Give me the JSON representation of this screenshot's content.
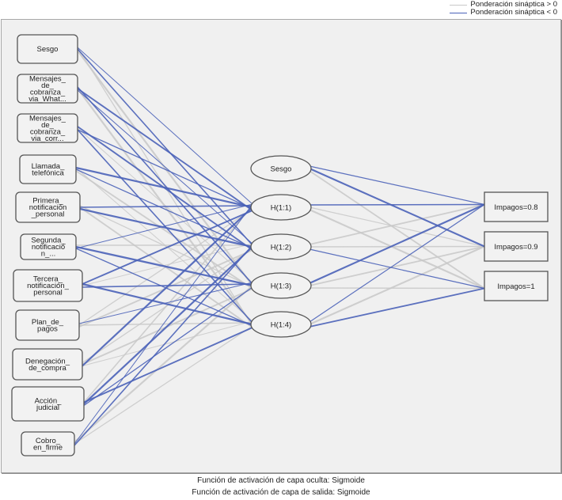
{
  "legend": [
    {
      "label": "Ponderación sináptica > 0",
      "color": "#c8c8c8"
    },
    {
      "label": "Ponderación sináptica < 0",
      "color": "#4a62b8"
    }
  ],
  "layers": {
    "input": [
      {
        "id": "i0",
        "lines": [
          "Sesgo"
        ]
      },
      {
        "id": "i1",
        "lines": [
          "Mensajes_",
          "de_",
          "cobranza_",
          "via_What..."
        ]
      },
      {
        "id": "i2",
        "lines": [
          "Mensajes_",
          "de_",
          "cobranza_",
          "via_corr..."
        ]
      },
      {
        "id": "i3",
        "lines": [
          "Llamada_",
          "telefónica"
        ]
      },
      {
        "id": "i4",
        "lines": [
          "Primera_",
          "notificación",
          "_personal"
        ]
      },
      {
        "id": "i5",
        "lines": [
          "Segunda_",
          "notificació",
          "n_..."
        ]
      },
      {
        "id": "i6",
        "lines": [
          "Tercera_",
          "notificación_",
          "personal"
        ]
      },
      {
        "id": "i7",
        "lines": [
          "Plan_de_",
          "pagos"
        ]
      },
      {
        "id": "i8",
        "lines": [
          "Denegación_",
          "de_compra"
        ]
      },
      {
        "id": "i9",
        "lines": [
          "Acción_",
          "judicial"
        ]
      },
      {
        "id": "i10",
        "lines": [
          "Cobro_",
          "en_firme"
        ]
      }
    ],
    "hidden": [
      {
        "id": "h0",
        "label": "Sesgo"
      },
      {
        "id": "h1",
        "label": "H(1:1)"
      },
      {
        "id": "h2",
        "label": "H(1:2)"
      },
      {
        "id": "h3",
        "label": "H(1:3)"
      },
      {
        "id": "h4",
        "label": "H(1:4)"
      }
    ],
    "output": [
      {
        "id": "o0",
        "label": "Impagos=0.8"
      },
      {
        "id": "o1",
        "label": "Impagos=0.9"
      },
      {
        "id": "o2",
        "label": "Impagos=1"
      }
    ]
  },
  "connections_input_hidden": [
    [
      "i0",
      "h1",
      "neg"
    ],
    [
      "i0",
      "h2",
      "neg"
    ],
    [
      "i0",
      "h3",
      "pos"
    ],
    [
      "i0",
      "h4",
      "pos"
    ],
    [
      "i1",
      "h1",
      "neg"
    ],
    [
      "i1",
      "h2",
      "neg"
    ],
    [
      "i1",
      "h3",
      "neg"
    ],
    [
      "i1",
      "h4",
      "pos"
    ],
    [
      "i2",
      "h1",
      "neg"
    ],
    [
      "i2",
      "h2",
      "neg"
    ],
    [
      "i2",
      "h3",
      "pos"
    ],
    [
      "i2",
      "h4",
      "neg"
    ],
    [
      "i3",
      "h1",
      "neg"
    ],
    [
      "i3",
      "h2",
      "neg"
    ],
    [
      "i3",
      "h3",
      "pos"
    ],
    [
      "i3",
      "h4",
      "pos"
    ],
    [
      "i4",
      "h1",
      "neg"
    ],
    [
      "i4",
      "h2",
      "neg"
    ],
    [
      "i4",
      "h3",
      "pos"
    ],
    [
      "i4",
      "h4",
      "pos"
    ],
    [
      "i5",
      "h1",
      "neg"
    ],
    [
      "i5",
      "h2",
      "pos"
    ],
    [
      "i5",
      "h3",
      "neg"
    ],
    [
      "i5",
      "h4",
      "neg"
    ],
    [
      "i6",
      "h1",
      "neg"
    ],
    [
      "i6",
      "h2",
      "pos"
    ],
    [
      "i6",
      "h3",
      "neg"
    ],
    [
      "i6",
      "h4",
      "neg"
    ],
    [
      "i7",
      "h1",
      "pos"
    ],
    [
      "i7",
      "h2",
      "pos"
    ],
    [
      "i7",
      "h3",
      "neg"
    ],
    [
      "i7",
      "h4",
      "pos"
    ],
    [
      "i8",
      "h1",
      "neg"
    ],
    [
      "i8",
      "h2",
      "pos"
    ],
    [
      "i8",
      "h3",
      "pos"
    ],
    [
      "i8",
      "h4",
      "pos"
    ],
    [
      "i9",
      "h1",
      "pos"
    ],
    [
      "i9",
      "h2",
      "neg"
    ],
    [
      "i9",
      "h3",
      "neg"
    ],
    [
      "i9",
      "h4",
      "neg"
    ],
    [
      "i10",
      "h1",
      "neg"
    ],
    [
      "i10",
      "h2",
      "neg"
    ],
    [
      "i10",
      "h3",
      "pos"
    ],
    [
      "i10",
      "h4",
      "pos"
    ]
  ],
  "connections_hidden_output": [
    [
      "h0",
      "o0",
      "neg"
    ],
    [
      "h0",
      "o1",
      "neg"
    ],
    [
      "h0",
      "o2",
      "pos"
    ],
    [
      "h1",
      "o0",
      "neg"
    ],
    [
      "h1",
      "o1",
      "pos"
    ],
    [
      "h1",
      "o2",
      "pos"
    ],
    [
      "h2",
      "o0",
      "pos"
    ],
    [
      "h2",
      "o1",
      "pos"
    ],
    [
      "h2",
      "o2",
      "neg"
    ],
    [
      "h3",
      "o0",
      "neg"
    ],
    [
      "h3",
      "o1",
      "pos"
    ],
    [
      "h3",
      "o2",
      "pos"
    ],
    [
      "h4",
      "o0",
      "neg"
    ],
    [
      "h4",
      "o1",
      "pos"
    ],
    [
      "h4",
      "o2",
      "neg"
    ]
  ],
  "footer": {
    "hidden_activation": "Función de activación de capa oculta: Sigmoide",
    "output_activation": "Función de activación de capa de salida: Sigmoide"
  }
}
